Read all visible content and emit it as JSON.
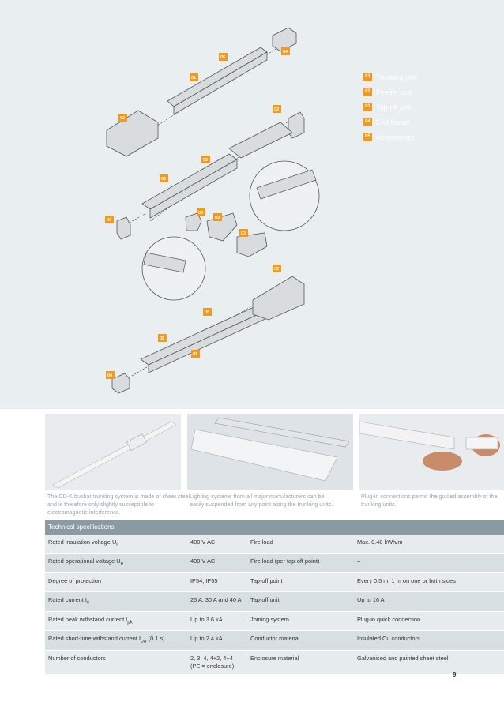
{
  "legend": [
    {
      "num": "01",
      "label": "Trunking unit"
    },
    {
      "num": "02",
      "label": "Feeder unit"
    },
    {
      "num": "03",
      "label": "Tap-off unit"
    },
    {
      "num": "04",
      "label": "End flange"
    },
    {
      "num": "05",
      "label": "Accessories"
    }
  ],
  "callouts": {
    "n01": "01",
    "n02": "02",
    "n03": "03",
    "n04": "04",
    "n05": "05"
  },
  "captions": [
    "The CD-K busbar trunking system is made of sheet steel and is therefore only slightly susceptible to electromagnetic interference.",
    "Lighting systems from all major manufacturers can be easily suspended from any point along the trunking units.",
    "Plug-in connections permit the guided assembly of the trunking units."
  ],
  "spec_title": "Technical specifications",
  "rows": [
    {
      "a": "Rated insulation voltage U",
      "a_sub": "i",
      "a_tail": "",
      "b": "400 V AC",
      "c": "Fire load",
      "d": "Max. 0.48 kWh/m"
    },
    {
      "a": "Rated operational voltage U",
      "a_sub": "e",
      "a_tail": "",
      "b": "400 V AC",
      "c": "Fire load (per tap-off point)",
      "d": "–"
    },
    {
      "a": "Degree of protection",
      "a_sub": "",
      "a_tail": "",
      "b": "IP54, IP55",
      "c": "Tap-off point",
      "d": "Every 0.5 m, 1 m on one or both sides"
    },
    {
      "a": "Rated current I",
      "a_sub": "e",
      "a_tail": "",
      "b": "25 A, 30 A and 40 A",
      "c": "Tap-off unit",
      "d": "Up to 16 A"
    },
    {
      "a": "Rated peak withstand current I",
      "a_sub": "pk",
      "a_tail": "",
      "b": "Up to 3.6 kA",
      "c": "Joining system",
      "d": "Plug-in quick connection"
    },
    {
      "a": "Rated short-time withstand current I",
      "a_sub": "cw",
      "a_tail": " (0.1 s)",
      "b": "Up to 2.4 kA",
      "c": "Conductor material",
      "d": "Insulated Cu conductors"
    },
    {
      "a": "Number of conductors",
      "a_sub": "",
      "a_tail": "",
      "b": "2, 3, 4, 4+2, 4+4 (PE = enclosure)",
      "c": "Enclosure material",
      "d": "Galvanised and painted sheet steel"
    }
  ],
  "page_number": "9"
}
